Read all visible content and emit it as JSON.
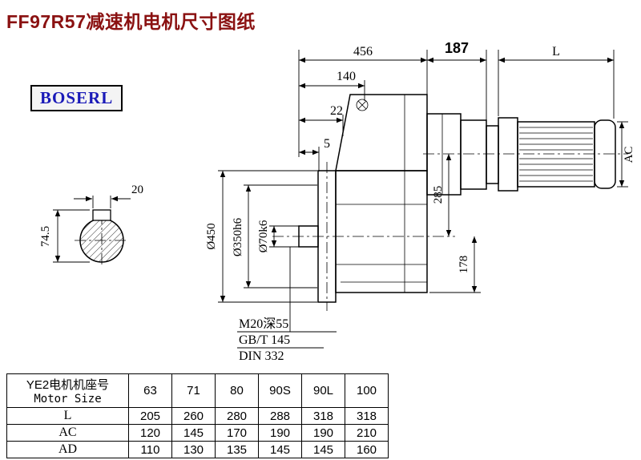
{
  "page": {
    "title": "FF97R57减速机电机尺寸图纸",
    "brand": "BOSERL"
  },
  "drawing": {
    "dims": {
      "top_width": "456",
      "motor_flange_len": "187",
      "motor_len": "L",
      "d140": "140",
      "d22": "22",
      "d5": "5",
      "d285": "285",
      "d178": "178",
      "ac": "AC",
      "flange_od": "Ø450",
      "spigot_d": "Ø350h6",
      "shaft_d": "Ø70k6",
      "key_w": "20",
      "shaft_h": "74.5"
    },
    "notes": {
      "tap": "M20深55",
      "gb": "GB/T 145",
      "din": "DIN 332"
    }
  },
  "table": {
    "row_header_cn": "YE2电机机座号",
    "row_header_en": "Motor Size",
    "sizes": [
      "63",
      "71",
      "80",
      "90S",
      "90L",
      "100"
    ],
    "rows": [
      {
        "label": "L",
        "values": [
          "205",
          "260",
          "280",
          "288",
          "318",
          "318"
        ]
      },
      {
        "label": "AC",
        "values": [
          "120",
          "145",
          "170",
          "190",
          "190",
          "210"
        ]
      },
      {
        "label": "AD",
        "values": [
          "110",
          "130",
          "135",
          "145",
          "145",
          "160"
        ]
      }
    ]
  }
}
